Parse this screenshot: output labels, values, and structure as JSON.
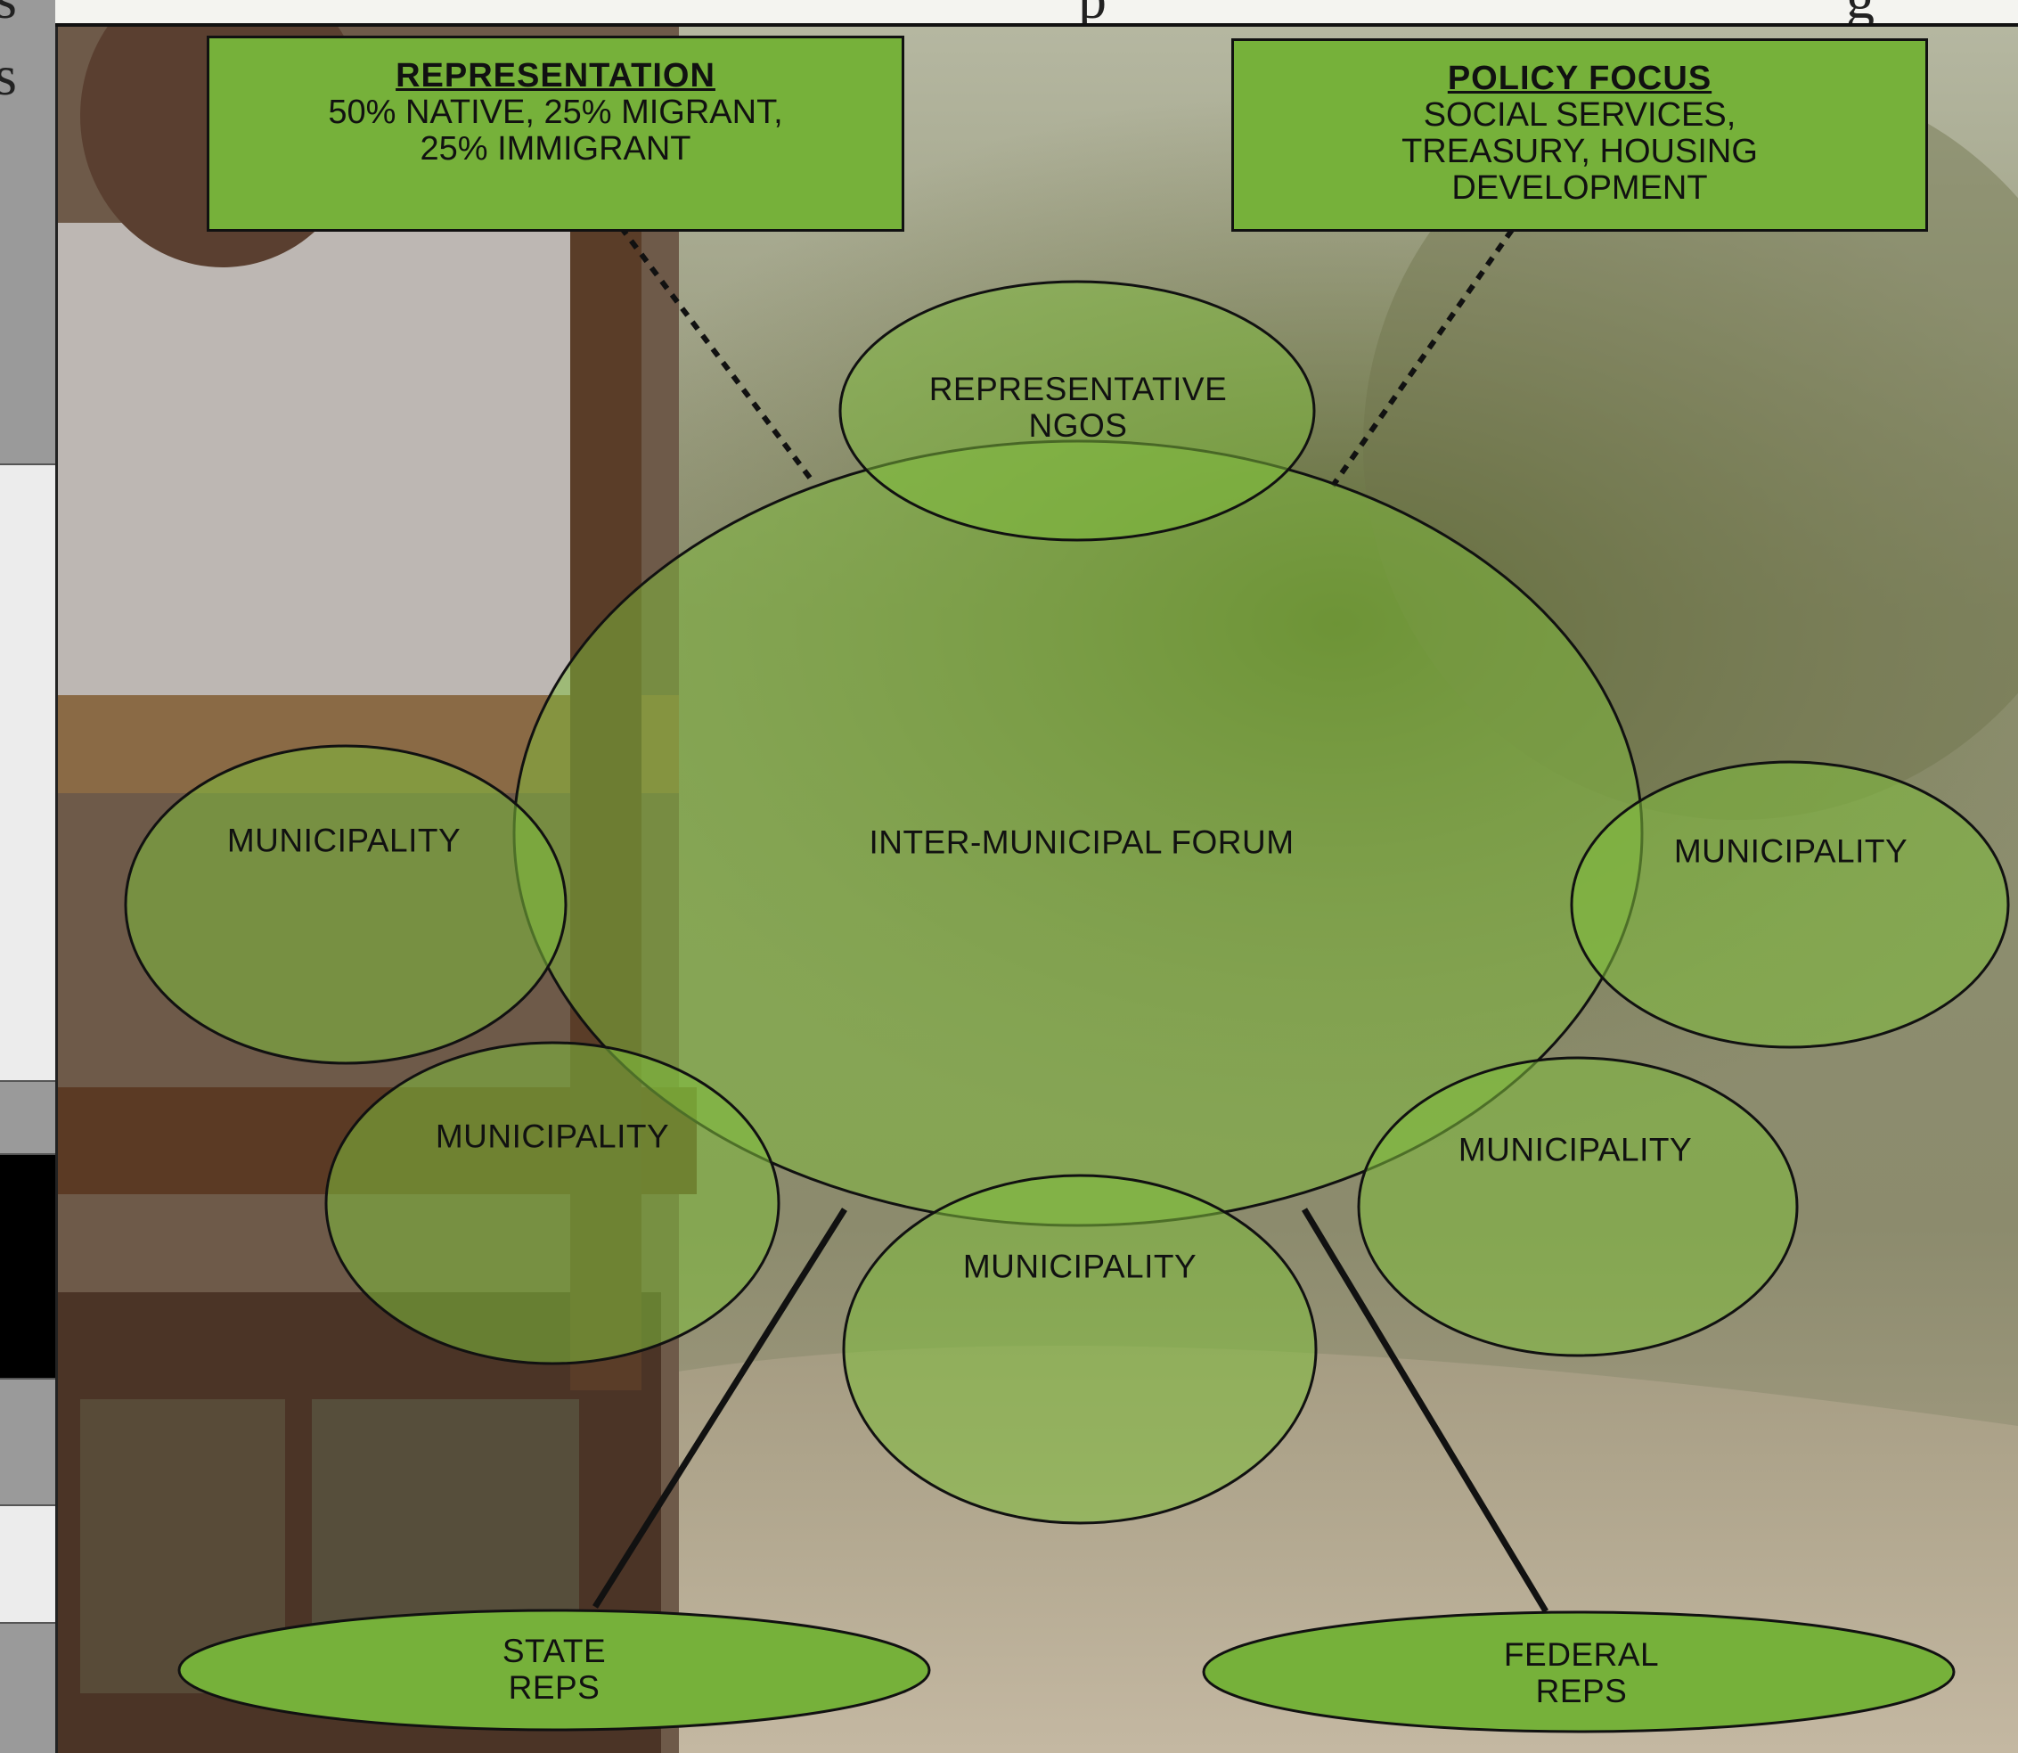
{
  "background": {
    "description_colors": {
      "sky": "#b9bba6",
      "grass_dark": "#4f5a2e",
      "grass_light": "#8f9566",
      "path": "#b7ab94",
      "cart_wood": "#5a3b27"
    }
  },
  "left_panel": {
    "edge_glyphs": [
      "s",
      "s"
    ]
  },
  "top_strip": {
    "fragments": [
      "p",
      "g"
    ]
  },
  "colors": {
    "box_fill": "#76b13a",
    "ellipse_fill": "#7fbd3c",
    "outline": "#111111"
  },
  "diagram": {
    "boxes": [
      {
        "heading": "REPRESENTATION",
        "lines": [
          "50% NATIVE, 25% MIGRANT,",
          "25% IMMIGRANT"
        ]
      },
      {
        "heading": "POLICY FOCUS",
        "lines": [
          "SOCIAL SERVICES,",
          "TREASURY, HOUSING",
          "DEVELOPMENT"
        ]
      }
    ],
    "center": {
      "label": "INTER-MUNICIPAL FORUM"
    },
    "ngos": {
      "lines": [
        "REPRESENTATIVE",
        "NGOS"
      ]
    },
    "municipalities": [
      "MUNICIPALITY",
      "MUNICIPALITY",
      "MUNICIPALITY",
      "MUNICIPALITY",
      "MUNICIPALITY"
    ],
    "reps": [
      {
        "lines": [
          "STATE",
          "REPS"
        ]
      },
      {
        "lines": [
          "FEDERAL",
          "REPS"
        ]
      }
    ]
  }
}
